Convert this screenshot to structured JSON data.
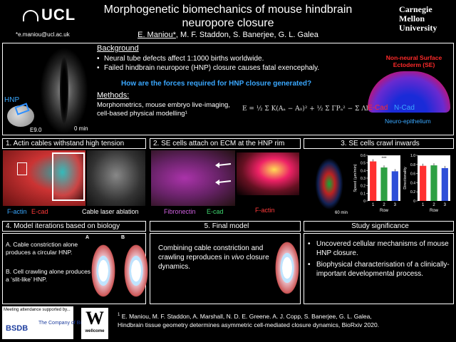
{
  "header": {
    "logo_left": "UCL",
    "email": "*e.maniou@ucl.ac.uk",
    "title": "Morphogenetic biomechanics of mouse hindbrain neuropore closure",
    "first_author": "E. Maniou*",
    "other_authors": ", M. F. Staddon, S. Banerjee, G. L. Galea",
    "logo_right_line1": "Carnegie",
    "logo_right_line2": "Mellon",
    "logo_right_line3": "University"
  },
  "intro": {
    "hnp_label": "HNP",
    "stage": "E9.0",
    "scale": "0 min",
    "background_title": "Background",
    "bullets": [
      "Neural tube defects affect 1:1000 births worldwide.",
      "Failed hindbrain neuropore (HNP) closure causes fatal exencephaly."
    ],
    "question": "How are the forces required for HNP closure generated?",
    "methods_title": "Methods:",
    "methods_line1": "Morphometrics, mouse embryo live-imaging,",
    "methods_line2": "cell-based physical modelling¹",
    "equation": "E = ½ Σ K(Aₐ − A₀)² + ½ Σ ΓPₐ² − Σ Λl",
    "se_label": "Non-neural Surface Ectoderm (SE)",
    "ecad": "E-Cad",
    "ncad": "N-Cad",
    "neuro": "Neuro-epithelium"
  },
  "panels": {
    "p1_title": "1. Actin cables withstand high tension",
    "p1_factin": "F-actin",
    "p1_ecad": "E-cad",
    "p1_laser": "Cable laser ablation",
    "p2_title": "2. SE cells attach on ECM at the HNP rim",
    "p2_fibro": "Fibronectin",
    "p2_ecad": "E-cad",
    "p2_factin": "F-actin",
    "p3_title": "3. SE cells crawl inwards",
    "p3_time": "60 min",
    "p4_title": "4. Model iterations based on biology",
    "p4_a": "A.   Cable constriction alone produces a circular HNP.",
    "p4_b": "B. Cell crawling alone produces a ‘slit-like’ HNP.",
    "p4_lbl_a": "A",
    "p4_lbl_b": "B",
    "p5_title": "5. Final model",
    "p5_text_pre": "Combining cable constriction and crawling reproduces in ",
    "p5_text_italic": "vivo",
    "p5_text_post": " closure dynamics.",
    "p6_title": "Study significance",
    "p6_items": [
      "Uncovered cellular mechanisms of mouse HNP closure.",
      "Biophysical characterisation of a clinically-important developmental process."
    ]
  },
  "footer": {
    "support": "Meeting attendance supported by...",
    "bsdb": "BSDB",
    "cob": "The Company of Biologists",
    "wellcome_w": "W",
    "wellcome": "wellcome",
    "ref_sup": "1",
    "ref_line1": " E. Maniou, M. F. Staddon, A. Marshall, N. D. E. Greene. A. J. Copp, S. Banerjee, G. L. Galea,",
    "ref_line2": "Hindbrain tissue geometry determines asymmetric cell-mediated closure dynamics, BioRxiv 2020."
  },
  "colors": {
    "red": "#ff3030",
    "green": "#2ea043",
    "blue": "#2e4fd8"
  },
  "chart_data": [
    {
      "type": "bar",
      "categories": [
        "1",
        "2",
        "3"
      ],
      "values": [
        0.52,
        0.44,
        0.39
      ],
      "ylabel": "Speed (µm/min)",
      "xlabel": "Row",
      "ylim": [
        0,
        0.6
      ],
      "yticks": [
        "0",
        "0.1",
        "0.2",
        "0.3",
        "0.4",
        "0.5",
        "0.6"
      ],
      "annotation": "***"
    },
    {
      "type": "bar",
      "categories": [
        "1",
        "2",
        "3"
      ],
      "values": [
        0.77,
        0.78,
        0.72
      ],
      "ylabel": "Directionality",
      "xlabel": "Row",
      "ylim": [
        0,
        1.0
      ],
      "yticks": [
        "0",
        "0.2",
        "0.4",
        "0.6",
        "0.8",
        "1.0"
      ]
    }
  ]
}
